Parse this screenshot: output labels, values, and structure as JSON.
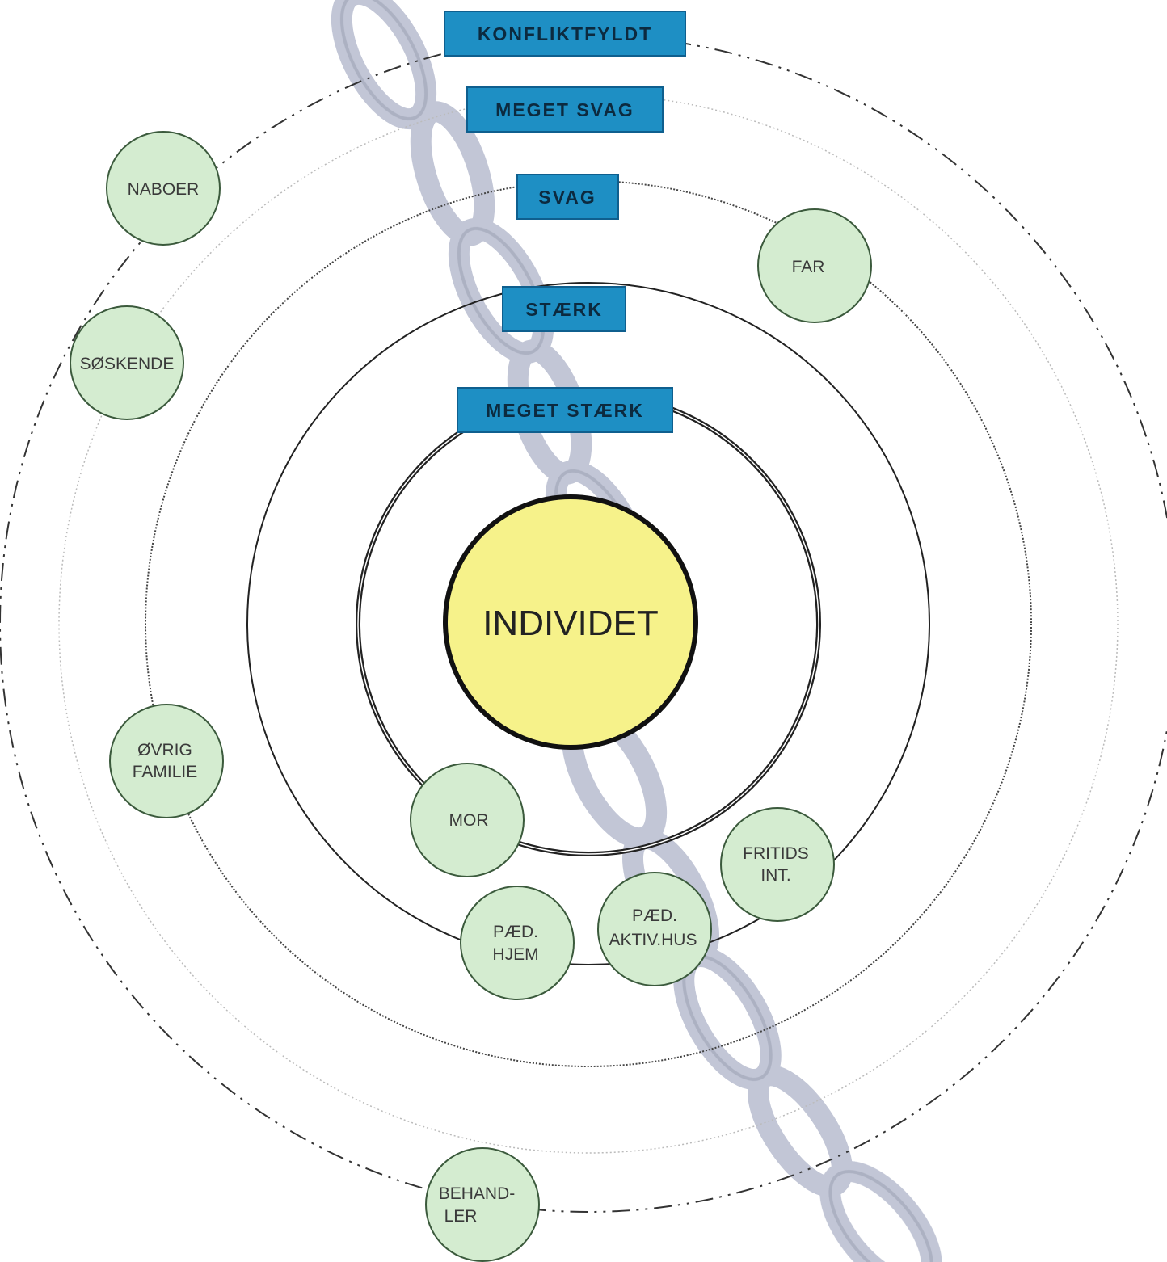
{
  "center": {
    "label": "INDIVIDET",
    "color": "#f6f28a"
  },
  "ring_labels": {
    "konfliktfyldt": "KONFLIKTFYLDT",
    "meget_svag": "MEGET SVAG",
    "svag": "SVAG",
    "staerk": "STÆRK",
    "meget_staerk": "MEGET STÆRK"
  },
  "nodes": {
    "naboer": [
      "NABOER"
    ],
    "soskende": [
      "SØSKENDE"
    ],
    "far": [
      "FAR"
    ],
    "ovrig_familie": [
      "ØVRIG",
      "FAMILIE"
    ],
    "mor": [
      "MOR"
    ],
    "fritids_int": [
      "FRITIDS",
      "INT."
    ],
    "paed_aktiv_hus": [
      "PÆD.",
      "AKTIV.HUS"
    ],
    "paed_hjem": [
      "PÆD.",
      "HJEM"
    ],
    "behandler": [
      "BEHAND-",
      "LER"
    ]
  },
  "colors": {
    "label_fill": "#1e8fc4",
    "node_fill": "#d4ecd0",
    "chain": "#b7bccf"
  }
}
